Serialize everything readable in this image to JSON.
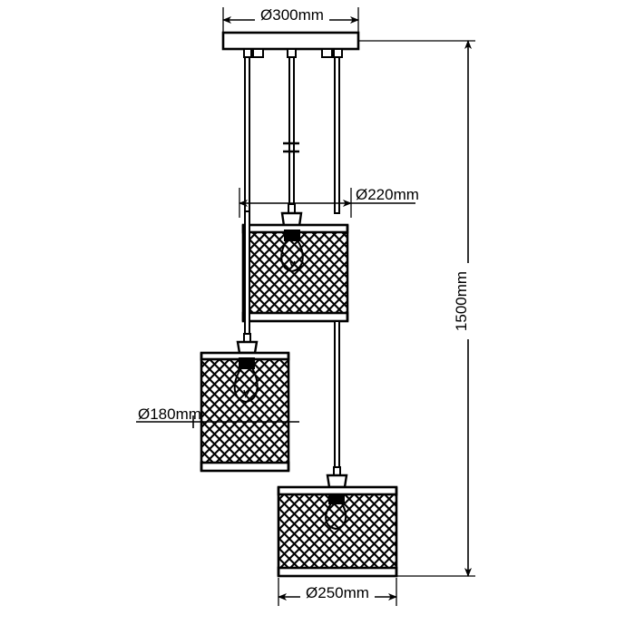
{
  "drawing": {
    "type": "technical-dimension-drawing",
    "subject": "3-light cluster pendant lamp with mesh cylinder shades",
    "units": "mm",
    "line_color": "#000000",
    "background_color": "#ffffff"
  },
  "dimensions": {
    "canopy_diameter": "Ø300mm",
    "shade_top_diameter": "Ø220mm",
    "shade_mid_diameter": "Ø180mm",
    "shade_bottom_diameter": "Ø250mm",
    "total_drop_height": "1500mm"
  },
  "dimension_lines": [
    {
      "id": "canopy-width",
      "label": "Ø300mm",
      "orientation": "horizontal",
      "position": "top",
      "value_mm": 300
    },
    {
      "id": "shade-1-width",
      "label": "Ø220mm",
      "orientation": "horizontal",
      "position": "upper-shade",
      "value_mm": 220
    },
    {
      "id": "shade-2-width",
      "label": "Ø180mm",
      "orientation": "horizontal",
      "position": "middle-shade-left",
      "value_mm": 180
    },
    {
      "id": "shade-3-width",
      "label": "Ø250mm",
      "orientation": "horizontal",
      "position": "bottom",
      "value_mm": 250
    },
    {
      "id": "overall-height",
      "label": "1500mm",
      "orientation": "vertical",
      "position": "right",
      "value_mm": 1500
    }
  ],
  "components": {
    "canopy": {
      "name": "ceiling-canopy-plate"
    },
    "cords": [
      {
        "name": "cord-left"
      },
      {
        "name": "cord-middle",
        "has_adjuster": true
      },
      {
        "name": "cord-right"
      }
    ],
    "shades": [
      {
        "name": "shade-upper",
        "pattern": "diamond-mesh",
        "bulb": true
      },
      {
        "name": "shade-middle",
        "pattern": "diamond-mesh",
        "bulb": true
      },
      {
        "name": "shade-lower",
        "pattern": "diamond-mesh",
        "bulb": true
      }
    ]
  }
}
